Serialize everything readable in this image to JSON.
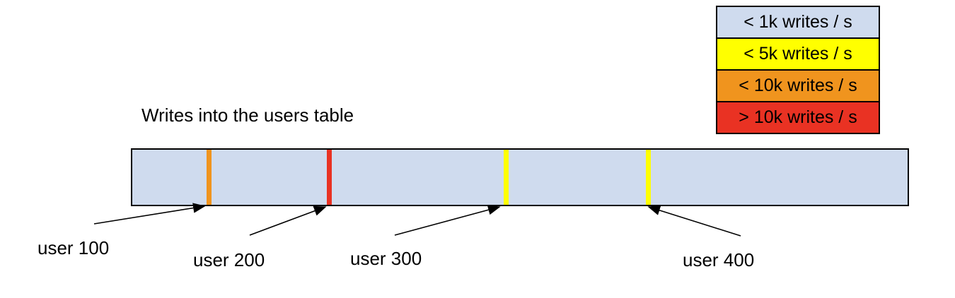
{
  "title": "Writes into the users table",
  "legend": {
    "items": [
      {
        "label": "< 1k writes / s",
        "color": "#cfdbee"
      },
      {
        "label": "< 5k writes / s",
        "color": "#ffff00"
      },
      {
        "label": "< 10k writes / s",
        "color": "#f0941e"
      },
      {
        "label": "> 10k writes / s",
        "color": "#e93223"
      }
    ]
  },
  "bar": {
    "fill": "#cfdbee",
    "border_color": "#000000"
  },
  "markers": [
    {
      "label": "user 100",
      "rate": "< 10k writes / s",
      "color": "#f0941e"
    },
    {
      "label": "user 200",
      "rate": "> 10k writes / s",
      "color": "#e93223"
    },
    {
      "label": "user 300",
      "rate": "< 5k writes / s",
      "color": "#ffff00"
    },
    {
      "label": "user 400",
      "rate": "< 5k writes / s",
      "color": "#ffff00"
    }
  ]
}
